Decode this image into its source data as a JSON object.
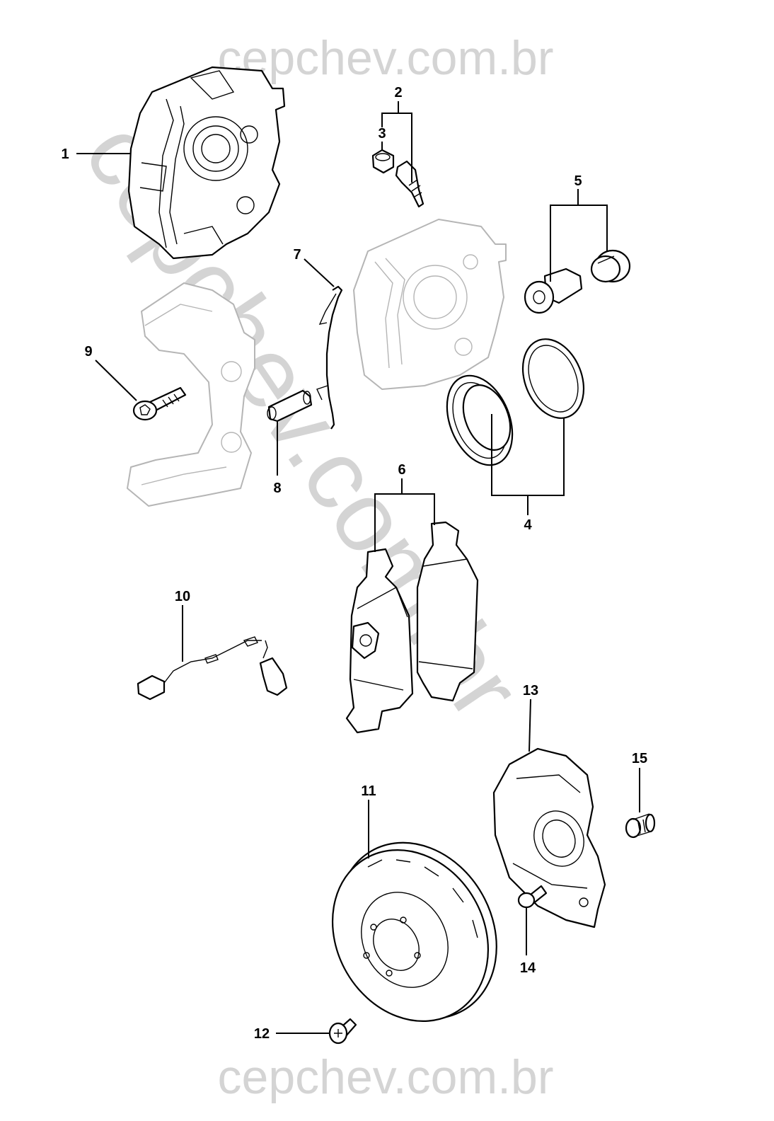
{
  "watermark": {
    "top": "cepchev.com.br",
    "bottom": "cepchev.com.br",
    "diagonal": "cepchev.com.br"
  },
  "callouts": {
    "c1": "1",
    "c2": "2",
    "c3": "3",
    "c4": "4",
    "c5": "5",
    "c6": "6",
    "c7": "7",
    "c8": "8",
    "c9": "9",
    "c10": "10",
    "c11": "11",
    "c12": "12",
    "c13": "13",
    "c14": "14",
    "c15": "15"
  },
  "colors": {
    "line": "#000000",
    "ghost": "#b5b5b5",
    "watermark": "#d4d4d4",
    "background": "#ffffff"
  }
}
